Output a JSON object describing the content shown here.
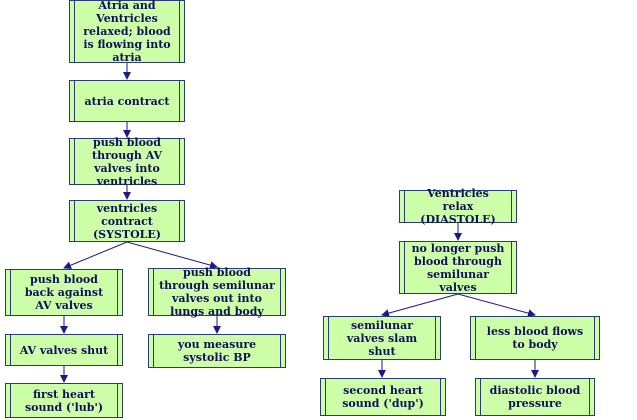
{
  "nodes": {
    "n1": "Atria and Ventricles relaxed; blood is flowing into atria",
    "n2": "atria contract",
    "n3": "push blood through AV valves into ventricles",
    "n4": "ventricles contract (SYSTOLE)",
    "n5": "push blood back against AV valves",
    "n6": "push blood through semilunar valves out into lungs and body",
    "n7": "AV valves shut",
    "n8": "you measure systolic BP",
    "n9": "first heart sound ('lub')",
    "r1": "Ventricles relax (DIASTOLE)",
    "r2": "no longer push blood through semilunar valves",
    "r3": "semilunar valves slam shut",
    "r4": "less blood flows to body",
    "r5": "second heart sound ('dup')",
    "r6": "diastolic blood pressure"
  },
  "colors": {
    "node_fill": "#ccffa8",
    "node_border": "#2a3a7a",
    "text": "#10105a",
    "arrow": "#1a1a8a"
  }
}
